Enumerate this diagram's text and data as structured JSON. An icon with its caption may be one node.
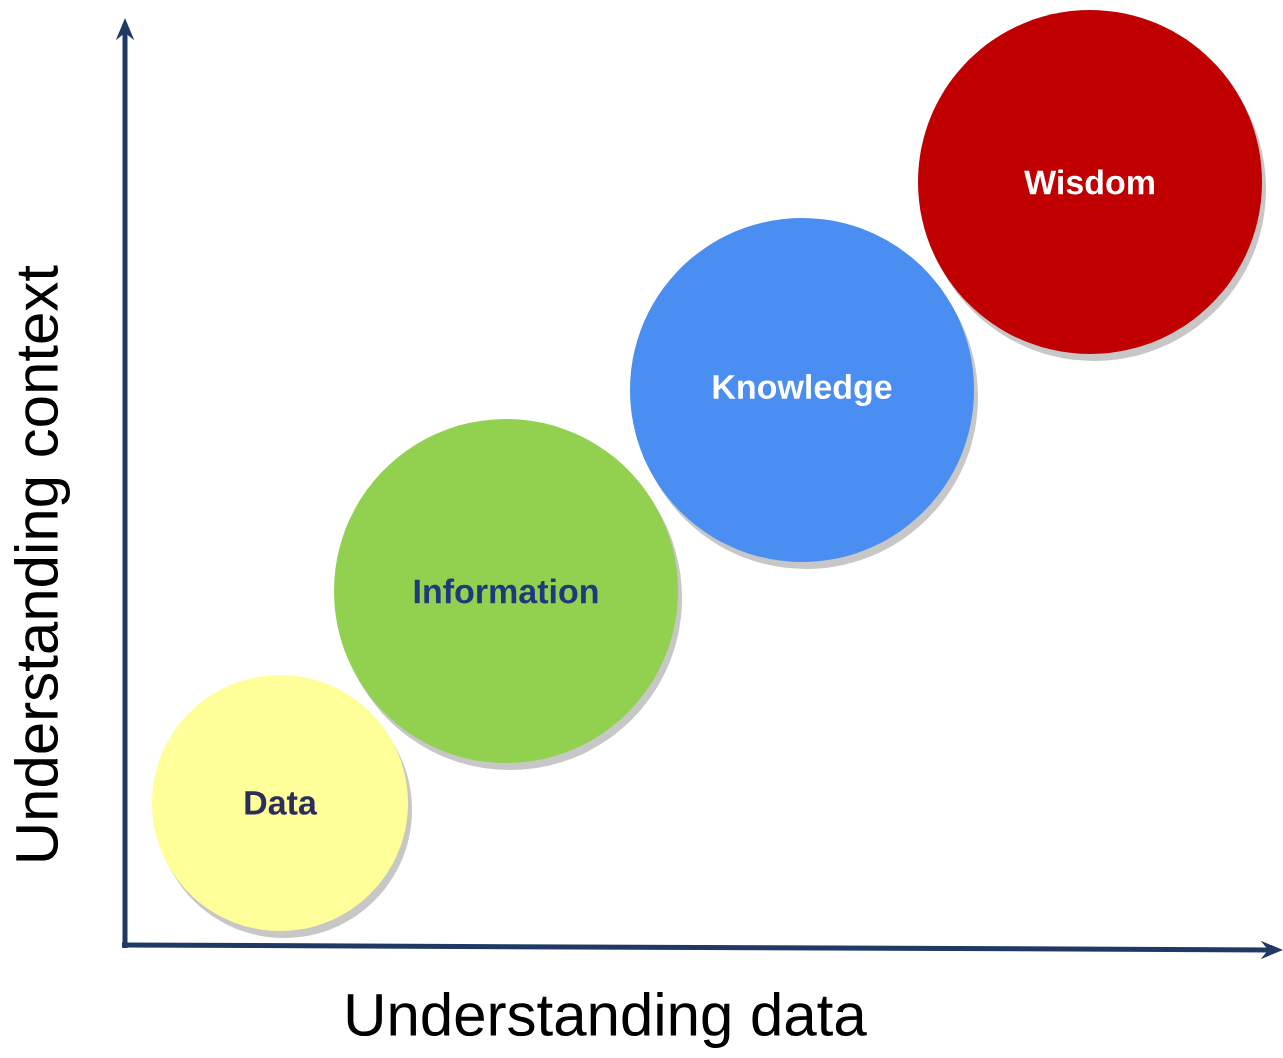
{
  "diagram": {
    "nodes": [
      {
        "text": [
          "Data"
        ]
      },
      {
        "text": [
          "Information"
        ]
      },
      {
        "text": [
          "Knowledge"
        ]
      },
      {
        "text": [
          "Wisdom"
        ]
      }
    ],
    "labels": [
      "Understanding context",
      "Understanding data"
    ]
  }
}
